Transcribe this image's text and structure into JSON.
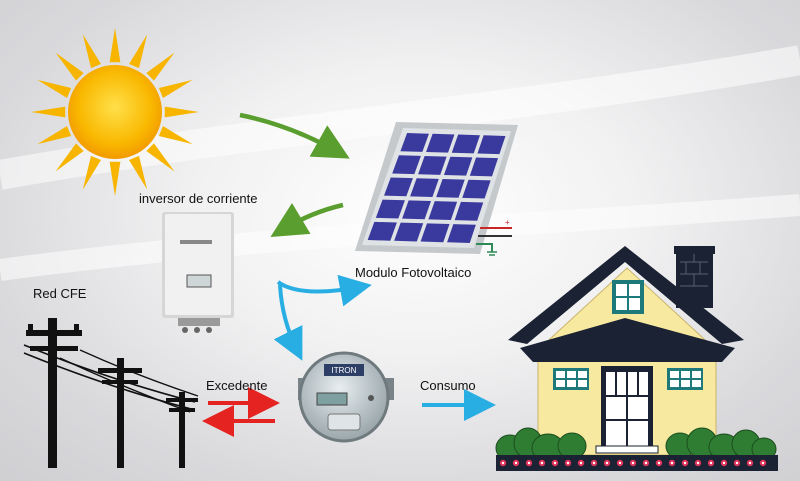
{
  "labels": {
    "inverter": "inversor de corriente",
    "panel": "Modulo Fotovoltaico",
    "grid": "Red CFE",
    "surplus": "Excedente",
    "consumption": "Consumo"
  },
  "meter": {
    "brand": "ITRON"
  },
  "colors": {
    "sun": "#f7b500",
    "green_arrow": "#5a9e2f",
    "blue_arrow": "#29aee3",
    "red_arrow": "#e52421",
    "panel_cell": "#3a3a9e",
    "house_wall": "#f7e9a0",
    "roof": "#1a2233",
    "window_frame": "#1e7a7a"
  }
}
